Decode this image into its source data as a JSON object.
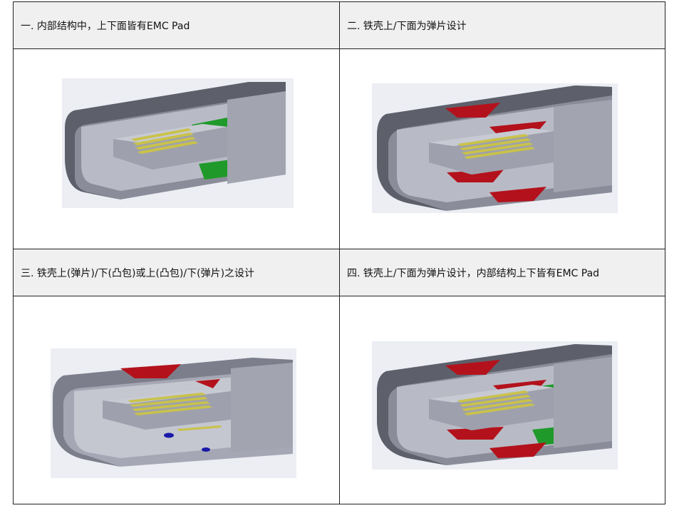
{
  "panels": [
    {
      "title": "一. 内部结构中，上下面皆有EMC Pad",
      "image": "connector-internal-emc-pad"
    },
    {
      "title": "二. 铁壳上/下面为弹片设计",
      "image": "connector-shell-spring-tabs"
    },
    {
      "title": "三. 铁壳上(弹片)/下(凸包)或上(凸包)/下(弹片)之设计",
      "image": "connector-spring-and-bump"
    },
    {
      "title": "四. 铁壳上/下面为弹片设计，内部结构上下皆有EMC Pad",
      "image": "connector-spring-tabs-and-emc-pad"
    }
  ],
  "colors": {
    "shell": "#8a8d99",
    "shell_dark": "#5d606b",
    "shell_light": "#c8cad3",
    "emc_pad": "#1f9a2a",
    "spring_tab": "#b3121c",
    "contacts": "#c9c24a",
    "bump": "#1a1aa8"
  }
}
